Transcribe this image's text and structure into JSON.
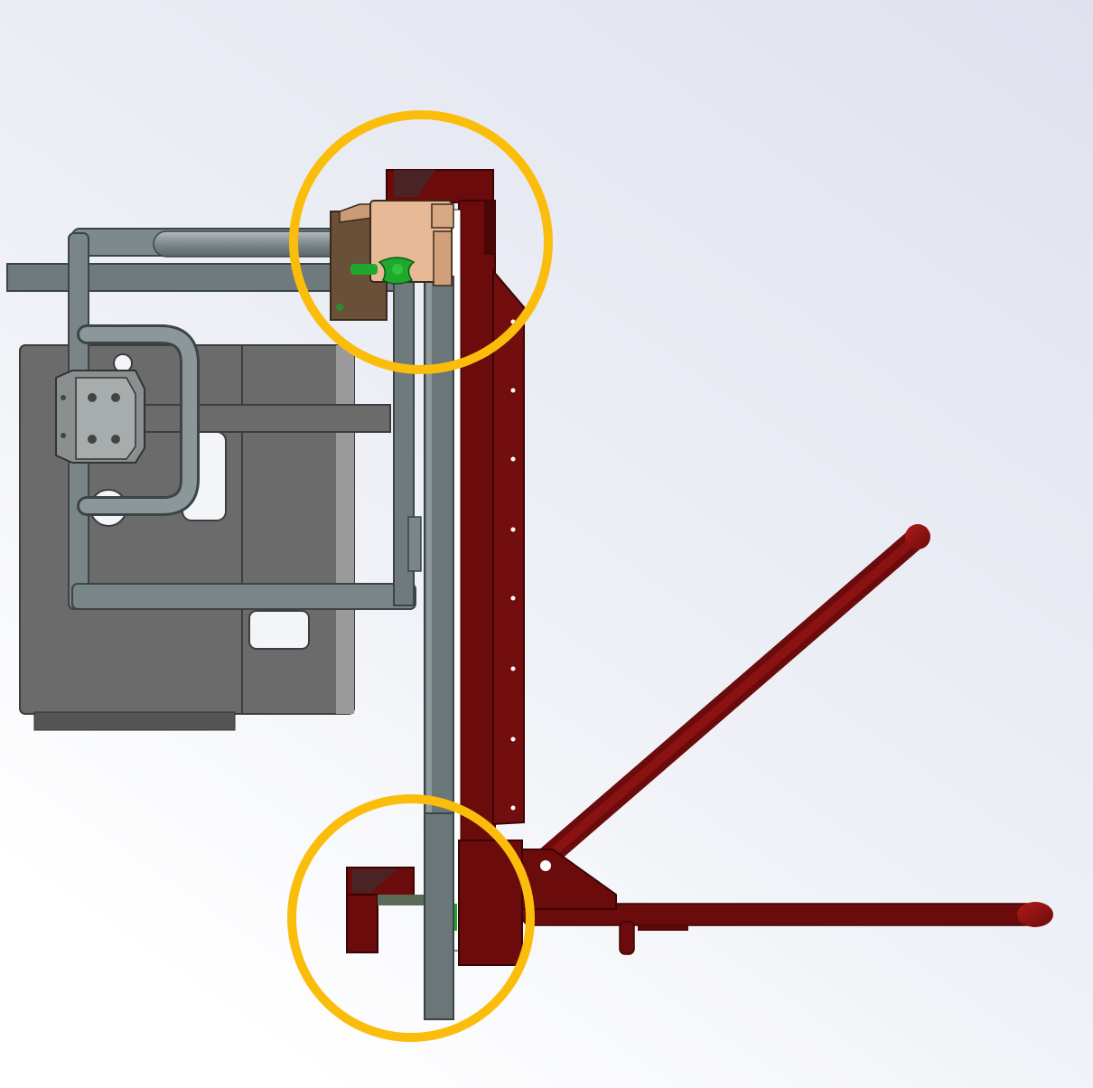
{
  "scene": {
    "kind": "CAD rendering",
    "background_colors": {
      "top_right": "#dfe2ee",
      "bottom": "#ffffff"
    },
    "highlight_color": "#fbbd0c"
  },
  "components": {
    "frame_color": "#6b0b0b",
    "frame_shadow": "#4a0606",
    "mast_color": "#6a7678",
    "mast_edge": "#3b4446",
    "panel_color": "#6b6b6b",
    "panel_edge": "#3d3d3d",
    "bracket_color": "#e7b996",
    "knob_color": "#1fa82d",
    "rail_color": "#8a9496"
  },
  "highlights": [
    {
      "name": "upper-clamp-highlight",
      "label": ""
    },
    {
      "name": "lower-base-highlight",
      "label": ""
    }
  ]
}
